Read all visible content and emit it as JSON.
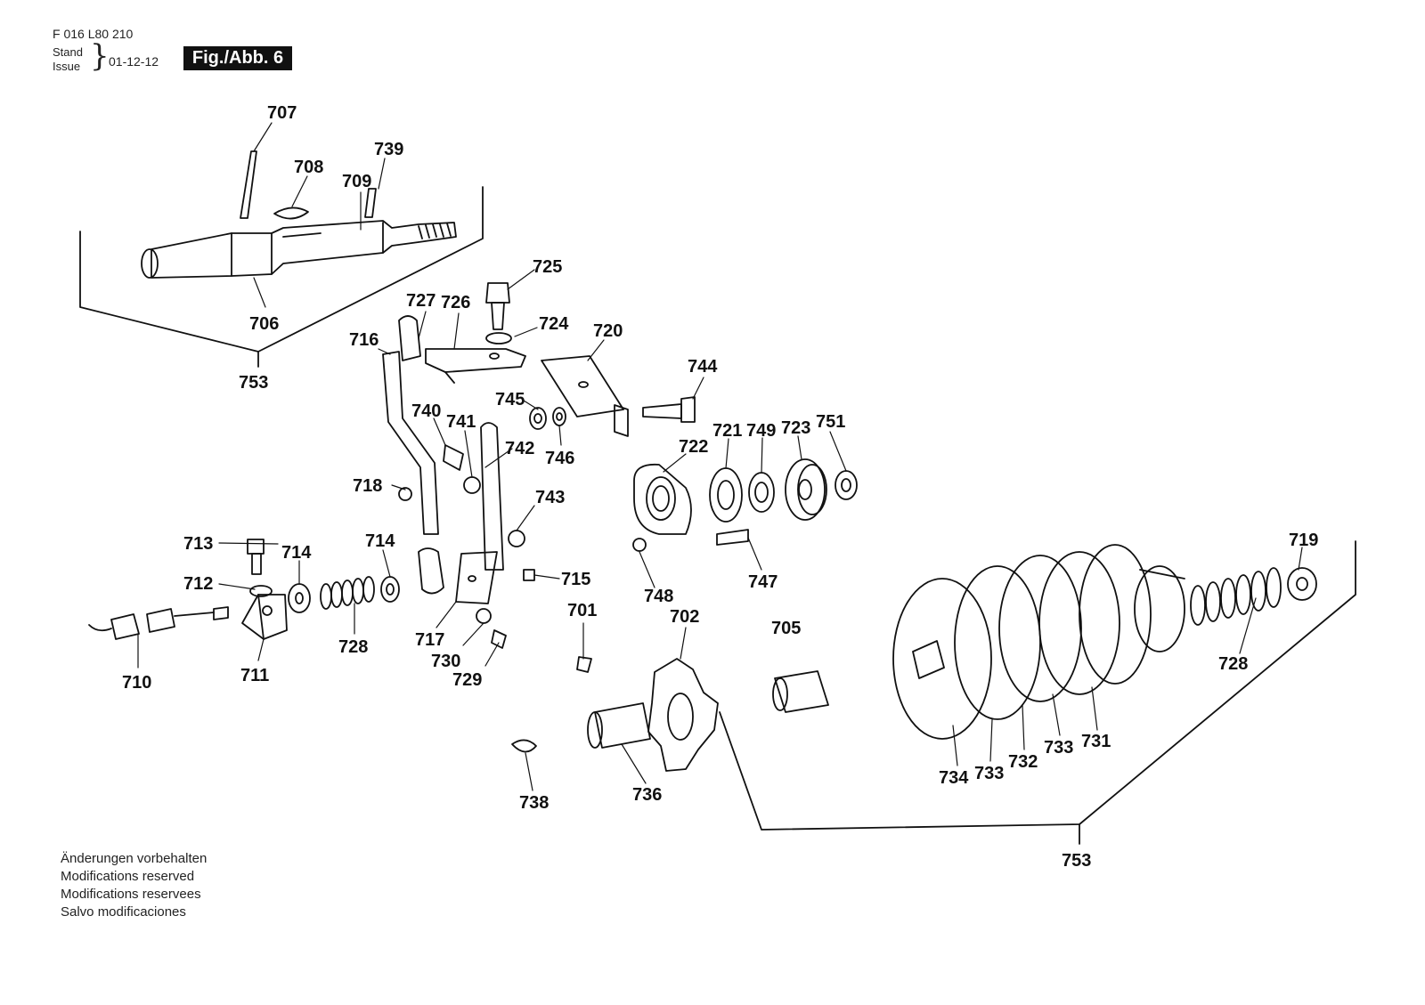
{
  "header": {
    "doc_number": "F 016 L80 210",
    "stand_label": "Stand",
    "issue_label": "Issue",
    "date": "01-12-12",
    "figure": "Fig./Abb. 6"
  },
  "footer_notes": [
    "Änderungen vorbehalten",
    "Modifications reserved",
    "Modifications reservees",
    "Salvo modificaciones"
  ],
  "part_labels": {
    "l707": "707",
    "l708": "708",
    "l709": "709",
    "l739": "739",
    "l706": "706",
    "l753a": "753",
    "l725": "725",
    "l727": "727",
    "l726": "726",
    "l724": "724",
    "l720": "720",
    "l716": "716",
    "l744": "744",
    "l745": "745",
    "l740": "740",
    "l741": "741",
    "l742": "742",
    "l746": "746",
    "l722": "722",
    "l721": "721",
    "l749": "749",
    "l723": "723",
    "l751": "751",
    "l718": "718",
    "l743": "743",
    "l713": "713",
    "l714a": "714",
    "l714b": "714",
    "l712": "712",
    "l715": "715",
    "l748": "748",
    "l747": "747",
    "l719": "719",
    "l701": "701",
    "l702": "702",
    "l705": "705",
    "l728a": "728",
    "l728b": "728",
    "l717": "717",
    "l730": "730",
    "l729": "729",
    "l710": "710",
    "l711": "711",
    "l738": "738",
    "l736": "736",
    "l734": "734",
    "l733a": "733",
    "l732": "732",
    "l733b": "733",
    "l731": "731",
    "l753b": "753"
  }
}
